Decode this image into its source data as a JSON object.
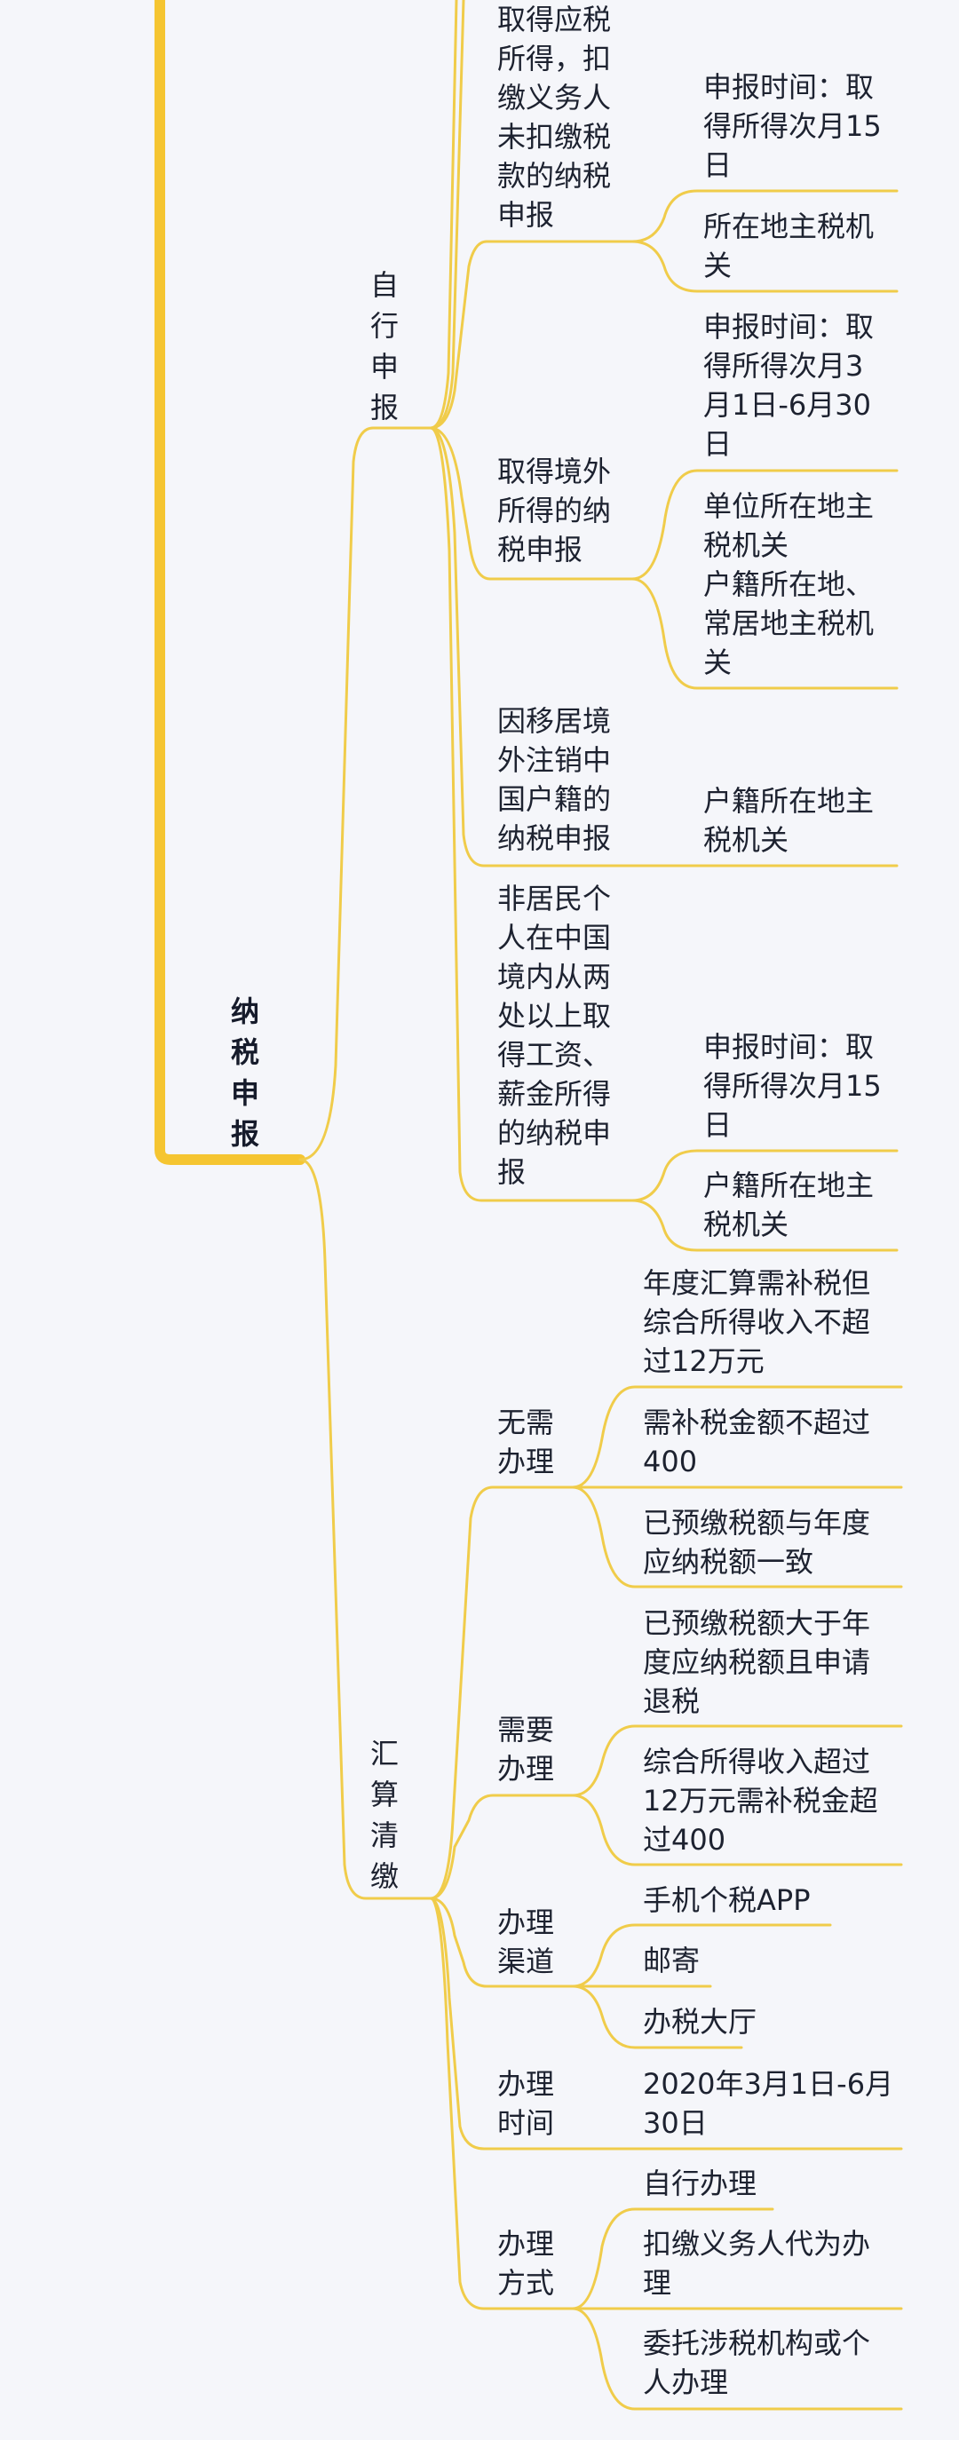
{
  "colors": {
    "background": "#f5f6fa",
    "root_line": "#f5c531",
    "branch_line": "#f0cc4a",
    "text": "#1d2230"
  },
  "root": {
    "label": "纳税申报"
  },
  "branches": [
    {
      "label": "自行申报",
      "children": [
        {
          "label": "取得应税所得，扣缴义务人未扣缴税款的纳税申报",
          "display": "取得应税\n所得，扣\n缴义务人\n未扣缴税\n款的纳税\n申报",
          "children": [
            {
              "label": "申报时间：取得所得次月15日",
              "display": "申报时间：取\n得所得次月15\n日"
            },
            {
              "label": "所在地主税机关",
              "display": "所在地主税机\n关"
            }
          ]
        },
        {
          "label": "取得境外所得的纳税申报",
          "display": "取得境外\n所得的纳\n税申报",
          "children": [
            {
              "label": "申报时间：取得所得次月3月1日-6月30日",
              "display": "申报时间：取\n得所得次月3\n月1日-6月30\n日"
            },
            {
              "label": "单位所在地主税机关 户籍所在地、常居地主税机关",
              "display": "单位所在地主\n税机关\n户籍所在地、\n常居地主税机\n关"
            }
          ]
        },
        {
          "label": "因移居境外注销中国户籍的纳税申报",
          "display": "因移居境\n外注销中\n国户籍的\n纳税申报",
          "children": [
            {
              "label": "户籍所在地主税机关",
              "display": "户籍所在地主\n税机关"
            }
          ]
        },
        {
          "label": "非居民个人在中国境内从两处以上取得工资、薪金所得的纳税申报",
          "display": "非居民个\n人在中国\n境内从两\n处以上取\n得工资、\n薪金所得\n的纳税申\n报",
          "children": [
            {
              "label": "申报时间：取得所得次月15日",
              "display": "申报时间：取\n得所得次月15\n日"
            },
            {
              "label": "户籍所在地主税机关",
              "display": "户籍所在地主\n税机关"
            }
          ]
        }
      ]
    },
    {
      "label": "汇算清缴",
      "children": [
        {
          "label": "无需办理",
          "display": "无需\n办理",
          "children": [
            {
              "label": "年度汇算需补税但综合所得收入不超过12万元",
              "display": "年度汇算需补税但\n综合所得收入不超\n过12万元"
            },
            {
              "label": "需补税金额不超过400",
              "display": "需补税金额不超过\n400"
            },
            {
              "label": "已预缴税额与年度应纳税额一致",
              "display": "已预缴税额与年度\n应纳税额一致"
            }
          ]
        },
        {
          "label": "需要办理",
          "display": "需要\n办理",
          "children": [
            {
              "label": "已预缴税额大于年度应纳税额且申请退税",
              "display": "已预缴税额大于年\n度应纳税额且申请\n退税"
            },
            {
              "label": "综合所得收入超过12万元需补税金超过400",
              "display": "综合所得收入超过\n12万元需补税金超\n过400"
            }
          ]
        },
        {
          "label": "办理渠道",
          "display": "办理\n渠道",
          "children": [
            {
              "label": "手机个税APP",
              "display": "手机个税APP"
            },
            {
              "label": "邮寄",
              "display": "邮寄"
            },
            {
              "label": "办税大厅",
              "display": "办税大厅"
            }
          ]
        },
        {
          "label": "办理时间",
          "display": "办理\n时间",
          "children": [
            {
              "label": "2020年3月1日-6月30日",
              "display": "2020年3月1日-6月\n30日"
            }
          ]
        },
        {
          "label": "办理方式",
          "display": "办理\n方式",
          "children": [
            {
              "label": "自行办理",
              "display": "自行办理"
            },
            {
              "label": "扣缴义务人代为办理",
              "display": "扣缴义务人代为办\n理"
            },
            {
              "label": "委托涉税机构或个人办理",
              "display": "委托涉税机构或个\n人办理"
            }
          ]
        }
      ]
    }
  ]
}
